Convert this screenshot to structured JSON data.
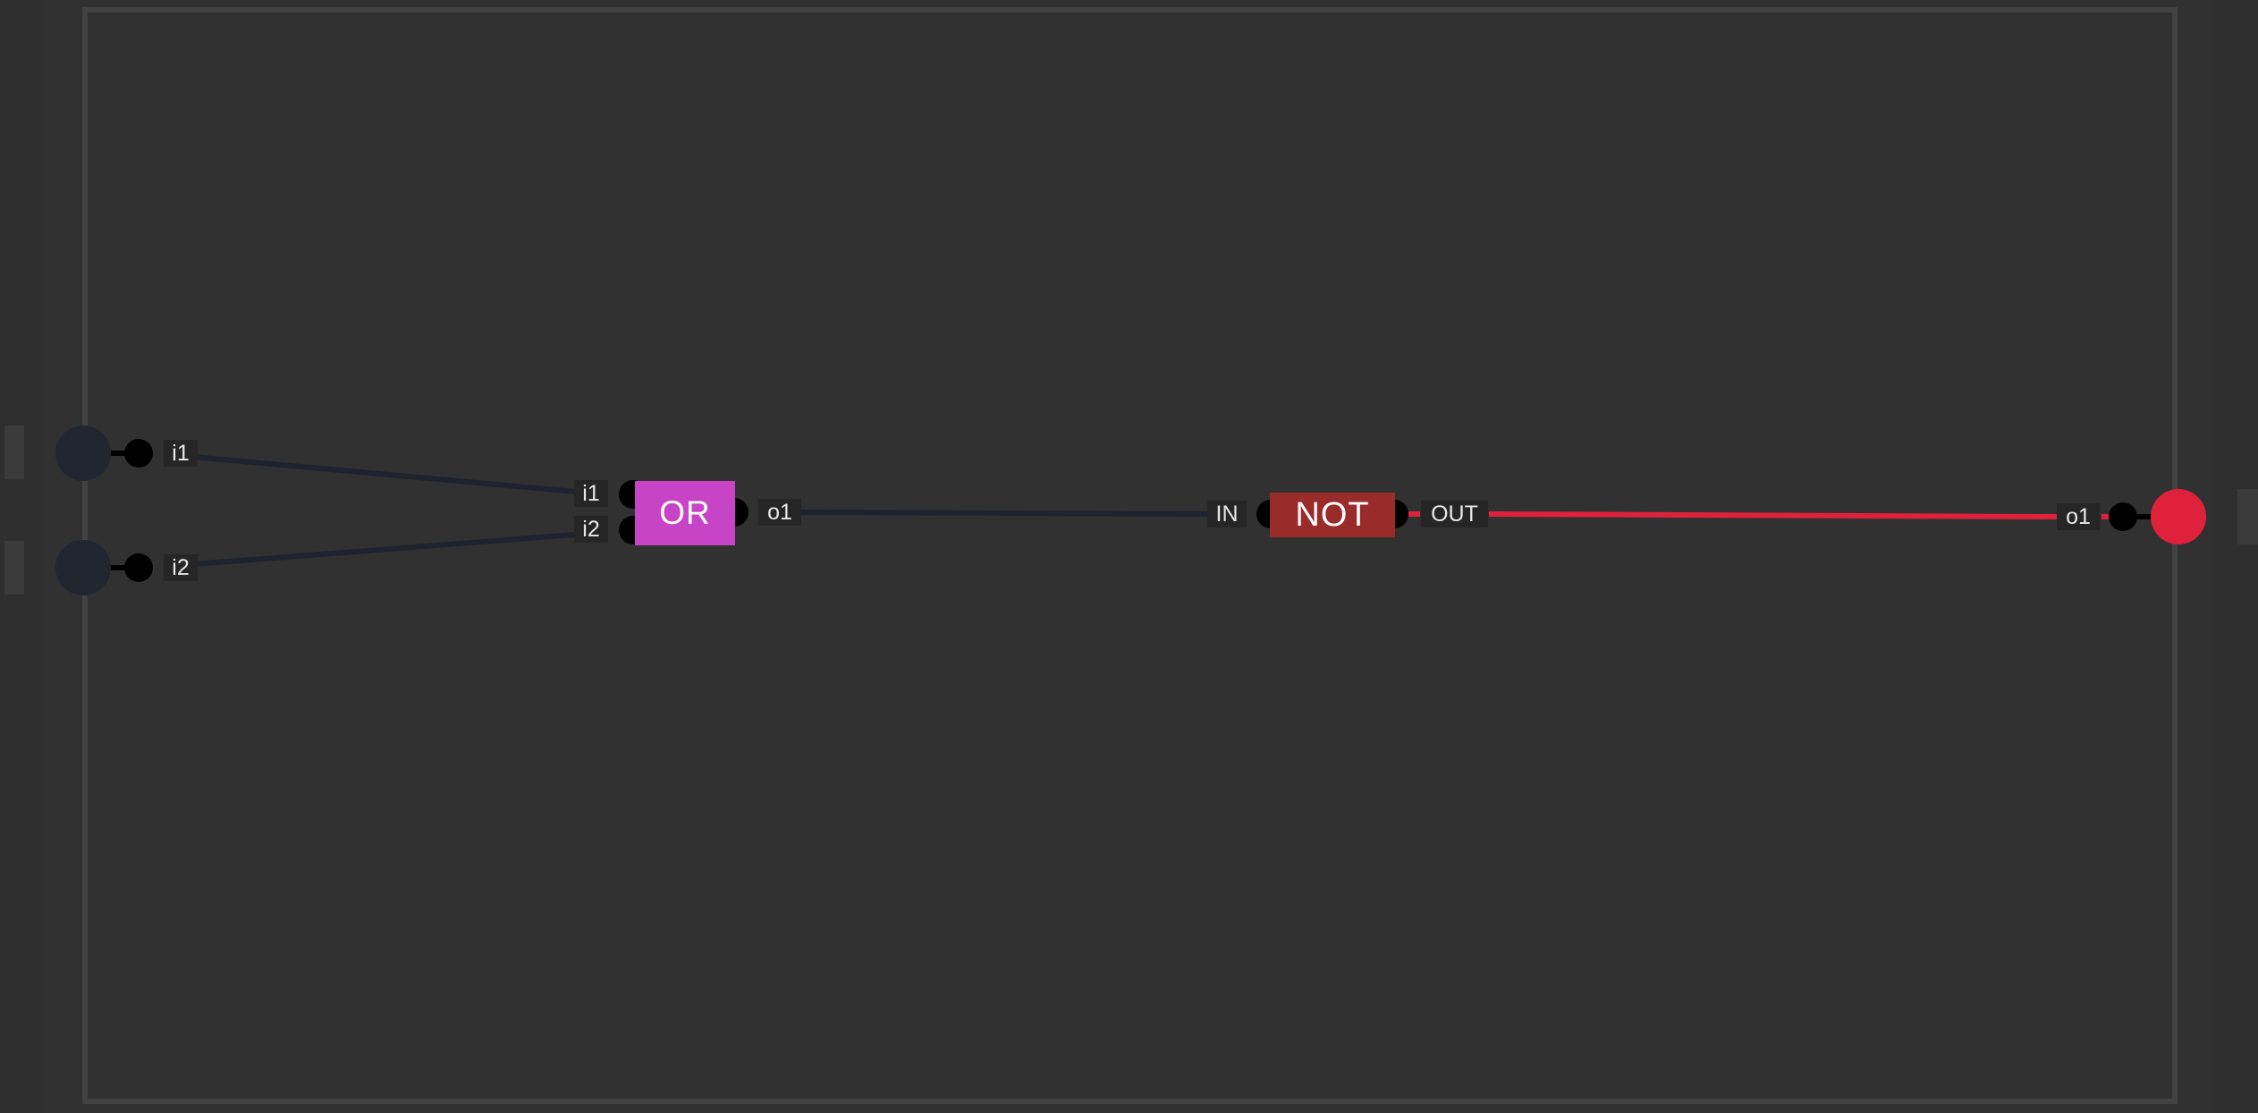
{
  "colors": {
    "background": "#313131",
    "frame": "#424242",
    "wire_off": "#1f2330",
    "wire_on": "#e0213c",
    "or_gate": "#c744c7",
    "not_gate": "#9a2b2b",
    "input_node_off": "#212631",
    "output_node_on": "#e0213c",
    "port": "#000000",
    "label_bg": "#262626",
    "label_text": "#e8e8e8"
  },
  "inputs": [
    {
      "label": "i1",
      "state": "off"
    },
    {
      "label": "i2",
      "state": "off"
    }
  ],
  "or_gate": {
    "name": "OR",
    "in_labels": [
      "i1",
      "i2"
    ],
    "out_label": "o1"
  },
  "not_gate": {
    "name": "NOT",
    "in_label": "IN",
    "out_label": "OUT"
  },
  "output": {
    "label": "o1",
    "state": "on"
  }
}
